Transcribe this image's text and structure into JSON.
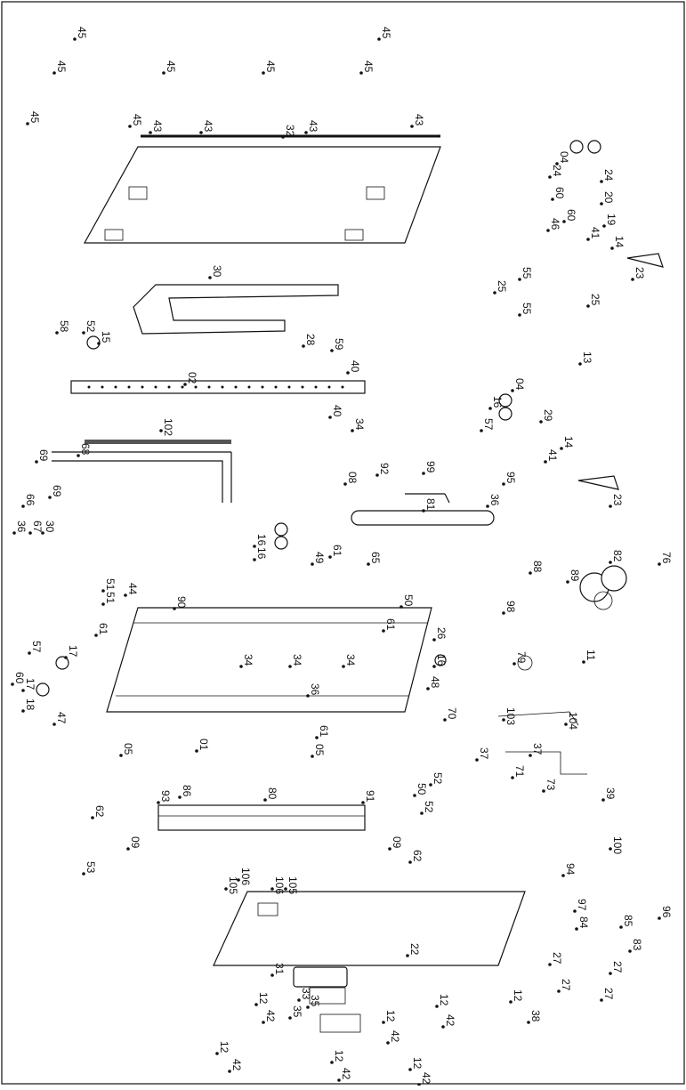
{
  "diagram": {
    "labels": [
      {
        "id": "l1",
        "text": "45"
      },
      {
        "id": "l2",
        "text": "45"
      },
      {
        "id": "l3",
        "text": "45"
      },
      {
        "id": "l4",
        "text": "45"
      },
      {
        "id": "l5",
        "text": "45"
      },
      {
        "id": "l6",
        "text": "45"
      },
      {
        "id": "l7",
        "text": "45"
      },
      {
        "id": "l8",
        "text": "45"
      },
      {
        "id": "l9",
        "text": "43"
      },
      {
        "id": "l10",
        "text": "43"
      },
      {
        "id": "l11",
        "text": "43"
      },
      {
        "id": "l12",
        "text": "43"
      },
      {
        "id": "l13",
        "text": "32"
      },
      {
        "id": "l14",
        "text": "30"
      },
      {
        "id": "l15",
        "text": "28"
      },
      {
        "id": "l16",
        "text": "02"
      },
      {
        "id": "l17",
        "text": "102"
      },
      {
        "id": "l18",
        "text": "68"
      },
      {
        "id": "l19",
        "text": "69"
      },
      {
        "id": "l20",
        "text": "69"
      },
      {
        "id": "l21",
        "text": "58"
      },
      {
        "id": "l22",
        "text": "52"
      },
      {
        "id": "l23",
        "text": "15"
      },
      {
        "id": "l24",
        "text": "59"
      },
      {
        "id": "l25",
        "text": "40"
      },
      {
        "id": "l26",
        "text": "40"
      },
      {
        "id": "l27",
        "text": "34"
      },
      {
        "id": "l28",
        "text": "99"
      },
      {
        "id": "l29",
        "text": "95"
      },
      {
        "id": "l30",
        "text": "81"
      },
      {
        "id": "l31",
        "text": "08"
      },
      {
        "id": "l32",
        "text": "36"
      },
      {
        "id": "l33",
        "text": "16"
      },
      {
        "id": "l34",
        "text": "16"
      },
      {
        "id": "l35",
        "text": "65"
      },
      {
        "id": "l36",
        "text": "61"
      },
      {
        "id": "l37",
        "text": "44"
      },
      {
        "id": "l38",
        "text": "90"
      },
      {
        "id": "l39",
        "text": "34"
      },
      {
        "id": "l40",
        "text": "34"
      },
      {
        "id": "l41",
        "text": "34"
      },
      {
        "id": "l42",
        "text": "36"
      },
      {
        "id": "l43",
        "text": "01"
      },
      {
        "id": "l44",
        "text": "05"
      },
      {
        "id": "l45",
        "text": "05"
      },
      {
        "id": "l46",
        "text": "98"
      },
      {
        "id": "l47",
        "text": "79"
      },
      {
        "id": "l48",
        "text": "70"
      },
      {
        "id": "l49",
        "text": "103"
      },
      {
        "id": "l50",
        "text": "104"
      },
      {
        "id": "l51",
        "text": "80"
      },
      {
        "id": "l52",
        "text": "91"
      },
      {
        "id": "l53",
        "text": "93"
      },
      {
        "id": "l54",
        "text": "86"
      },
      {
        "id": "l55",
        "text": "09"
      },
      {
        "id": "l56",
        "text": "09"
      },
      {
        "id": "l57",
        "text": "22"
      },
      {
        "id": "l58",
        "text": "31"
      },
      {
        "id": "l59",
        "text": "33"
      },
      {
        "id": "l60",
        "text": "35"
      },
      {
        "id": "l61",
        "text": "35"
      },
      {
        "id": "l62",
        "text": "12"
      },
      {
        "id": "l63",
        "text": "42"
      },
      {
        "id": "l64",
        "text": "12"
      },
      {
        "id": "l65",
        "text": "42"
      },
      {
        "id": "l66",
        "text": "12"
      },
      {
        "id": "l67",
        "text": "42"
      },
      {
        "id": "l68",
        "text": "12"
      },
      {
        "id": "l69",
        "text": "38"
      },
      {
        "id": "l70",
        "text": "12"
      },
      {
        "id": "l71",
        "text": "42"
      },
      {
        "id": "l72",
        "text": "12"
      },
      {
        "id": "l73",
        "text": "42"
      },
      {
        "id": "l74",
        "text": "12"
      },
      {
        "id": "l75",
        "text": "42"
      },
      {
        "id": "l76",
        "text": "105"
      },
      {
        "id": "l77",
        "text": "106"
      },
      {
        "id": "l78",
        "text": "105"
      },
      {
        "id": "l79",
        "text": "106"
      },
      {
        "id": "l80",
        "text": "100"
      },
      {
        "id": "l81",
        "text": "94"
      },
      {
        "id": "l82",
        "text": "84"
      },
      {
        "id": "l83",
        "text": "85"
      },
      {
        "id": "l84",
        "text": "83"
      },
      {
        "id": "l85",
        "text": "96"
      },
      {
        "id": "l86",
        "text": "97"
      },
      {
        "id": "l87",
        "text": "27"
      },
      {
        "id": "l88",
        "text": "27"
      },
      {
        "id": "l89",
        "text": "27"
      },
      {
        "id": "l90",
        "text": "27"
      },
      {
        "id": "l91",
        "text": "24"
      },
      {
        "id": "l92",
        "text": "24"
      },
      {
        "id": "l93",
        "text": "04"
      },
      {
        "id": "l94",
        "text": "04"
      },
      {
        "id": "l95",
        "text": "60"
      },
      {
        "id": "l96",
        "text": "46"
      },
      {
        "id": "l97",
        "text": "60"
      },
      {
        "id": "l98",
        "text": "20"
      },
      {
        "id": "l99",
        "text": "19"
      },
      {
        "id": "l100",
        "text": "14"
      },
      {
        "id": "l101",
        "text": "41"
      },
      {
        "id": "l102",
        "text": "23"
      },
      {
        "id": "l103",
        "text": "23"
      },
      {
        "id": "l104",
        "text": "25"
      },
      {
        "id": "l105",
        "text": "25"
      },
      {
        "id": "l106",
        "text": "55"
      },
      {
        "id": "l107",
        "text": "55"
      },
      {
        "id": "l108",
        "text": "13"
      },
      {
        "id": "l109",
        "text": "29"
      },
      {
        "id": "l110",
        "text": "14"
      },
      {
        "id": "l111",
        "text": "41"
      },
      {
        "id": "l112",
        "text": "16"
      },
      {
        "id": "l113",
        "text": "57"
      },
      {
        "id": "l114",
        "text": "82"
      },
      {
        "id": "l115",
        "text": "76"
      },
      {
        "id": "l116",
        "text": "11"
      },
      {
        "id": "l117",
        "text": "37"
      },
      {
        "id": "l118",
        "text": "37"
      },
      {
        "id": "l119",
        "text": "71"
      },
      {
        "id": "l120",
        "text": "73"
      },
      {
        "id": "l121",
        "text": "18"
      },
      {
        "id": "l122",
        "text": "17"
      },
      {
        "id": "l123",
        "text": "17"
      },
      {
        "id": "l124",
        "text": "60"
      },
      {
        "id": "l125",
        "text": "47"
      },
      {
        "id": "l126",
        "text": "57"
      },
      {
        "id": "l127",
        "text": "61"
      },
      {
        "id": "l128",
        "text": "51"
      },
      {
        "id": "l129",
        "text": "51"
      },
      {
        "id": "l130",
        "text": "61"
      },
      {
        "id": "l131",
        "text": "50"
      },
      {
        "id": "l132",
        "text": "61"
      },
      {
        "id": "l133",
        "text": "52"
      },
      {
        "id": "l134",
        "text": "53"
      },
      {
        "id": "l135",
        "text": "62"
      },
      {
        "id": "l136",
        "text": "50"
      },
      {
        "id": "l137",
        "text": "52"
      },
      {
        "id": "l138",
        "text": "62"
      },
      {
        "id": "l139",
        "text": "26"
      },
      {
        "id": "l140",
        "text": "48"
      },
      {
        "id": "l141",
        "text": "16"
      },
      {
        "id": "l142",
        "text": "92"
      },
      {
        "id": "l143",
        "text": "39"
      },
      {
        "id": "l144",
        "text": "49"
      },
      {
        "id": "l145",
        "text": "67"
      },
      {
        "id": "l146",
        "text": "66"
      },
      {
        "id": "l147",
        "text": "30"
      },
      {
        "id": "l148",
        "text": "36"
      },
      {
        "id": "l149",
        "text": "88"
      },
      {
        "id": "l150",
        "text": "89"
      }
    ]
  }
}
